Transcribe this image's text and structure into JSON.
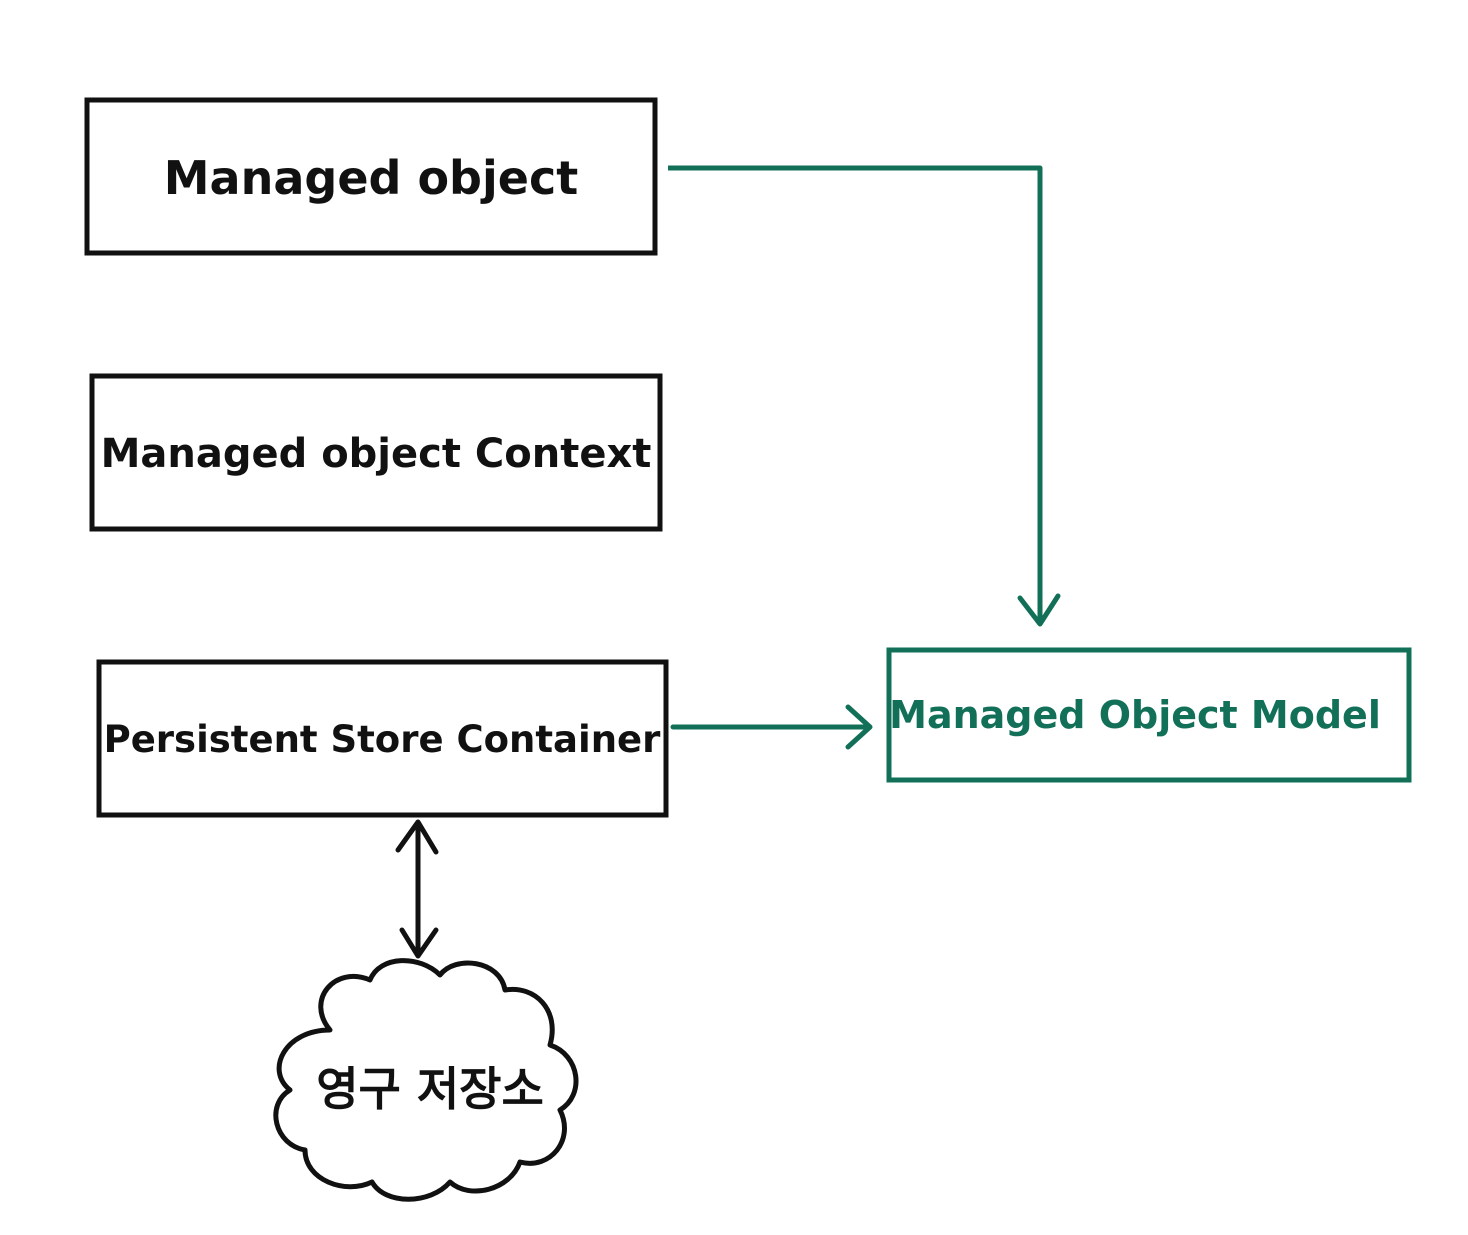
{
  "nodes": {
    "managed_object": {
      "label": "Managed object"
    },
    "managed_object_context": {
      "label": "Managed object Context"
    },
    "persistent_store_container": {
      "label": "Persistent Store Container"
    },
    "managed_object_model": {
      "label": "Managed Object Model"
    },
    "persistent_store": {
      "label": "영구 저장소"
    }
  },
  "colors": {
    "ink": "#111111",
    "accent": "#127058"
  }
}
